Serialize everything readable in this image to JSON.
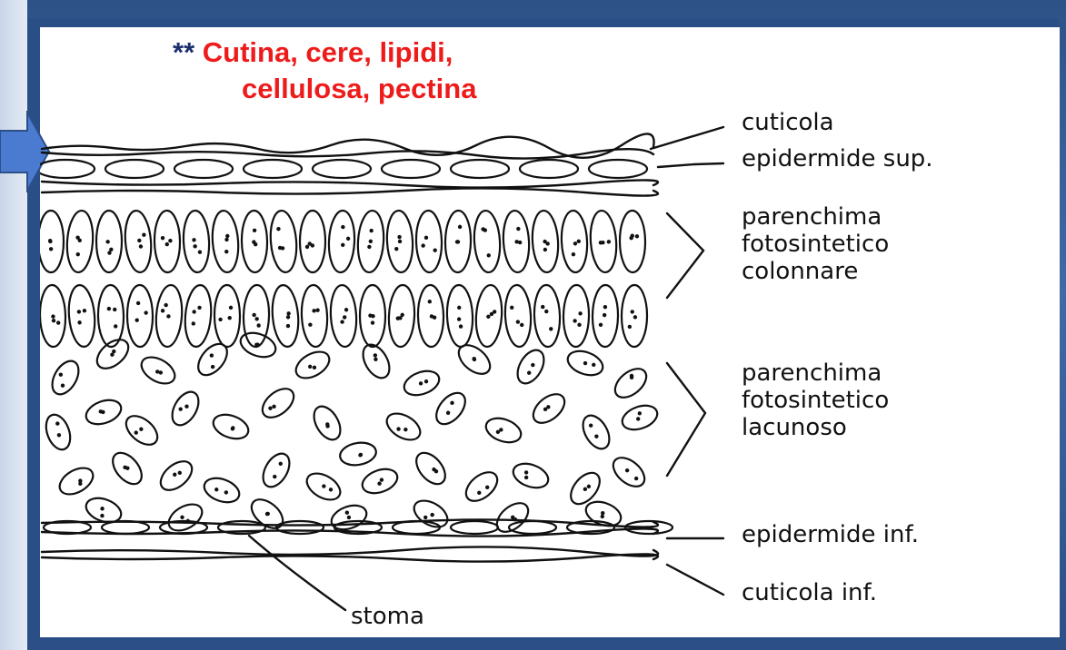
{
  "heading": {
    "marker": "**",
    "line1": "Cutina, cere, lipidi,",
    "line2": "cellulosa, pectina"
  },
  "labels": {
    "cuticola": "cuticola",
    "epidermide_sup": "epidermide sup.",
    "parenchima_col": [
      "parenchima",
      "fotosintetico",
      "colonnare"
    ],
    "parenchima_lac": [
      "parenchima",
      "fotosintetico",
      "lacunoso"
    ],
    "epidermide_inf": "epidermide inf.",
    "cuticola_inf": "cuticola inf.",
    "stoma": "stoma"
  },
  "colors": {
    "heading_red": "#ee1b1b",
    "marker_blue": "#1b2f6e",
    "arrow_blue": "#4a7bd0",
    "frame_blue": "#2a4f86"
  }
}
